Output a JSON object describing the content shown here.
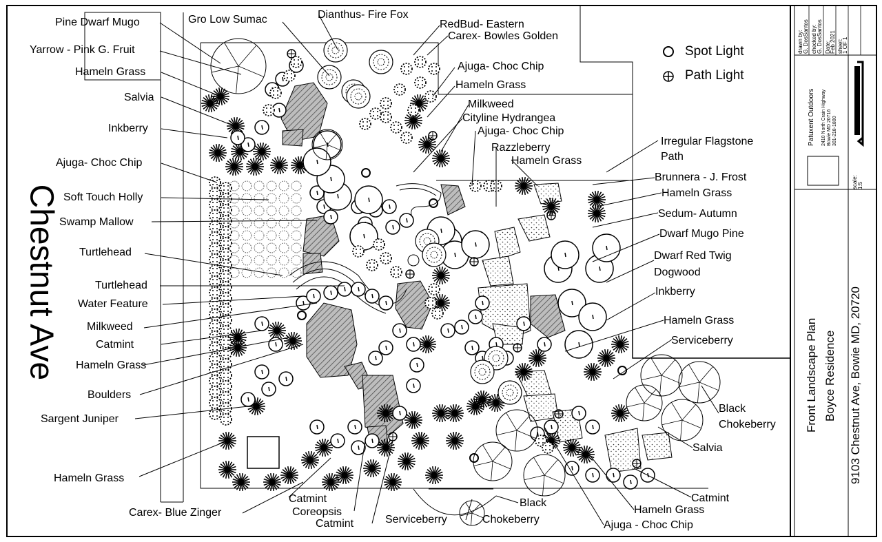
{
  "street": "Chestnut Ave",
  "legend": [
    {
      "symbol": "spot-light-icon",
      "label": "Spot Light"
    },
    {
      "symbol": "path-light-icon",
      "label": "Path Light"
    }
  ],
  "labels": {
    "pine_dwarf_mugo": "Pine Dwarf Mugo",
    "gro_low_sumac": "Gro Low Sumac",
    "dianthus": "Dianthus- Fire Fox",
    "redbud": "RedBud- Eastern",
    "carex_bowles": "Carex- Bowles Golden",
    "yarrow": "Yarrow - Pink G. Fruit",
    "hameln_1": "Hameln Grass",
    "ajuga_1": "Ajuga- Choc Chip",
    "salvia_1": "Salvia",
    "hameln_2": "Hameln Grass",
    "milkweed_1": "Milkweed",
    "inkberry_1": "Inkberry",
    "cityline": "Cityline Hydrangea",
    "ajuga_2": "Ajuga- Choc Chip",
    "razzleberry": "Razzleberry",
    "irregular_flagstone": "Irregular Flagstone",
    "path": "Path",
    "ajuga_3": "Ajuga- Choc Chip",
    "hameln_3": "Hameln Grass",
    "brunnera": "Brunnera - J. Frost",
    "soft_touch_holly": "Soft Touch Holly",
    "hameln_4": "Hameln Grass",
    "swamp_mallow": "Swamp Mallow",
    "sedum": "Sedum- Autumn",
    "dwarf_mugo_pine": "Dwarf Mugo Pine",
    "turtlehead_1": "Turtlehead",
    "dwarf_red_twig": "Dwarf Red Twig",
    "dogwood": "Dogwood",
    "turtlehead_2": "Turtlehead",
    "inkberry_2": "Inkberry",
    "water_feature": "Water Feature",
    "hameln_5": "Hameln Grass",
    "milkweed_2": "Milkweed",
    "catmint_1": "Catmint",
    "serviceberry_1": "Serviceberry",
    "hameln_6": "Hameln Grass",
    "boulders": "Boulders",
    "black_chokeberry_1": "Black",
    "black_chokeberry_1b": "Chokeberry",
    "sargent_juniper": "Sargent Juniper",
    "salvia_2": "Salvia",
    "hameln_7": "Hameln Grass",
    "catmint_2": "Catmint",
    "catmint_3": "Catmint",
    "carex_blue": "Carex- Blue Zinger",
    "coreopsis": "Coreopsis",
    "hameln_8": "Hameln Grass",
    "black_2": "Black",
    "catmint_4": "Catmint",
    "serviceberry_2": "Serviceberry",
    "chokeberry_2": "Chokeberry",
    "ajuga_4": "Ajuga - Choc Chip"
  },
  "title_block": {
    "drawn_by_label": "drawn by:",
    "drawn_by": "G. DosSantos",
    "checked_by_label": "checked by:",
    "checked_by": "G. DosSantos",
    "date_label": "Date:",
    "date": "Feb 2021",
    "sheet_label": "sheet:",
    "sheet": "1 OF 1",
    "company": "Patuxent Outdoors",
    "address_1": "2410 North Crain Highway",
    "address_2": "Bowie MD 20716",
    "phone": "301-218-1800",
    "scale_label": "scale:",
    "scale": "1:5",
    "plan_title": "Front Landscape Plan",
    "client": "Boyce Residence",
    "site_address": "9103 Chestnut Ave, Bowie MD, 20720"
  }
}
